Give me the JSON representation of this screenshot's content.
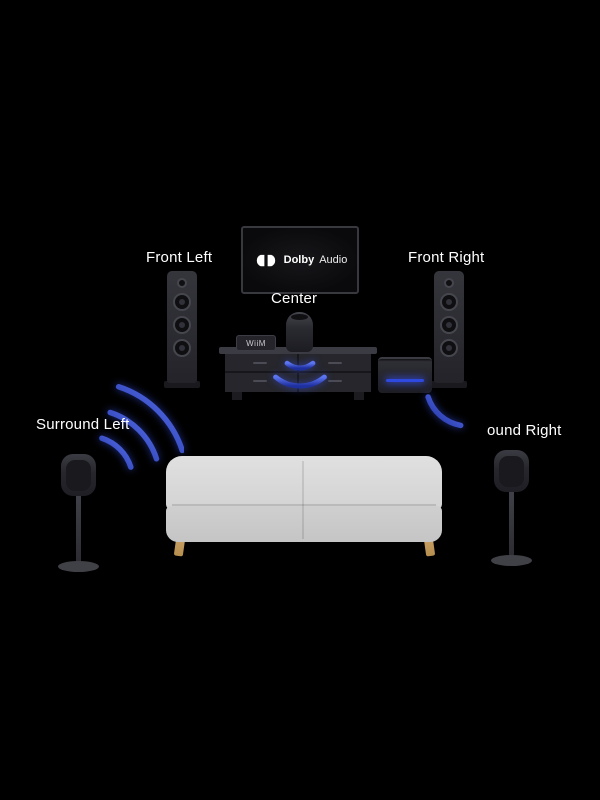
{
  "labels": {
    "front_left": "Front Left",
    "front_right": "Front Right",
    "center": "Center",
    "surround_left": "Surround Left",
    "surround_right": "ound Right"
  },
  "tv": {
    "brand_bold": "Dolby",
    "brand_light": "Audio"
  },
  "devices": {
    "wiim_label": "WiiM"
  },
  "colors": {
    "background": "#000000",
    "label_text": "#ffffff",
    "wave_blue": "#3a55ee",
    "wave_blue_dark": "#1e2f9e",
    "subwoofer_led": "#2e49e0",
    "speaker_gray": "#2b2b31",
    "couch_gray": "#d6d6d6",
    "couch_leg_tan": "#c9a166"
  }
}
